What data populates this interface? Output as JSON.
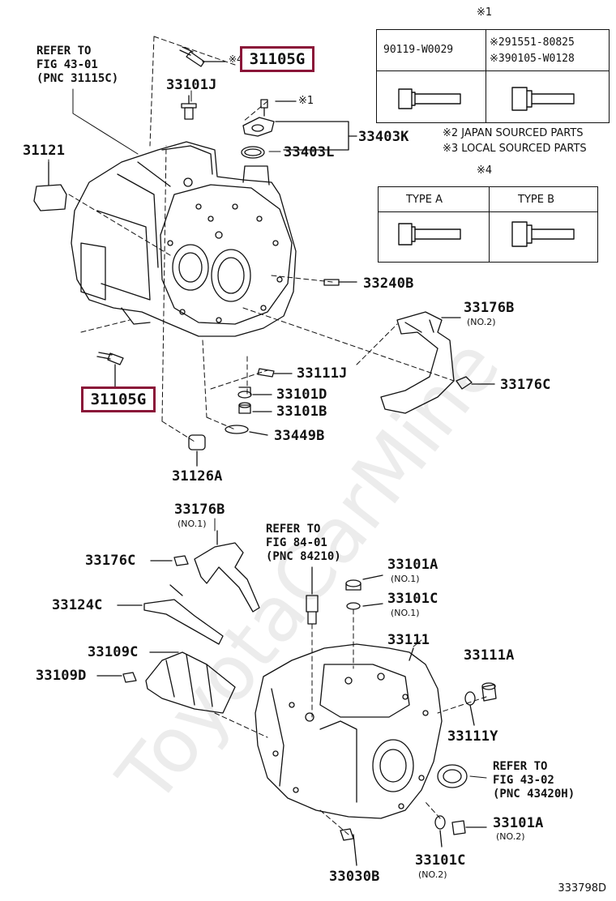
{
  "watermark": "ToyotaCarMine",
  "figure_number": "333798D",
  "footnote_marks": {
    "m1": "※1",
    "m4": "※4"
  },
  "refs": {
    "fig43_01": [
      "REFER TO",
      "FIG 43-01",
      "(PNC 31115C)"
    ],
    "fig84_01": [
      "REFER TO",
      "FIG 84-01",
      "(PNC 84210)"
    ],
    "fig43_02": [
      "REFER TO",
      "FIG 43-02",
      "(PNC 43420H)"
    ]
  },
  "highlight": {
    "color": "#8a1538",
    "top_label": "31105G",
    "bottom_label": "31105G",
    "top_prefix": "※4"
  },
  "labels": {
    "p33101J": "33101J",
    "p33403K": "33403K",
    "p33403L": "33403L",
    "p31121": "31121",
    "p33240B": "33240B",
    "p33176B_top": "33176B",
    "p33176B_top_sub": "(NO.2)",
    "p33176C_top": "33176C",
    "p33111J": "33111J",
    "p33101D": "33101D",
    "p33101B": "33101B",
    "p33449B": "33449B",
    "p31126A": "31126A",
    "p33176B_bot": "33176B",
    "p33176B_bot_sub": "(NO.1)",
    "p33176C_bot": "33176C",
    "p33124C": "33124C",
    "p33109C": "33109C",
    "p33109D": "33109D",
    "p33101A_top": "33101A",
    "p33101A_top_sub": "(NO.1)",
    "p33101C_top": "33101C",
    "p33101C_top_sub": "(NO.1)",
    "p33111": "33111",
    "p33111A": "33111A",
    "p33111Y": "33111Y",
    "p33101A_bot": "33101A",
    "p33101A_bot_sub": "(NO.2)",
    "p33101C_bot": "33101C",
    "p33101C_bot_sub": "(NO.2)",
    "p33030B": "33030B",
    "m1_bolt": "※1"
  },
  "table1": {
    "mark": "※1",
    "left": "90119-W0029",
    "right_line1": "※291551-80825",
    "right_line2": "※390105-W0128"
  },
  "notes": {
    "n2": "※2 JAPAN SOURCED PARTS",
    "n3": "※3 LOCAL SOURCED PARTS"
  },
  "table2": {
    "mark": "※4",
    "type_a": "TYPE A",
    "type_b": "TYPE B"
  }
}
